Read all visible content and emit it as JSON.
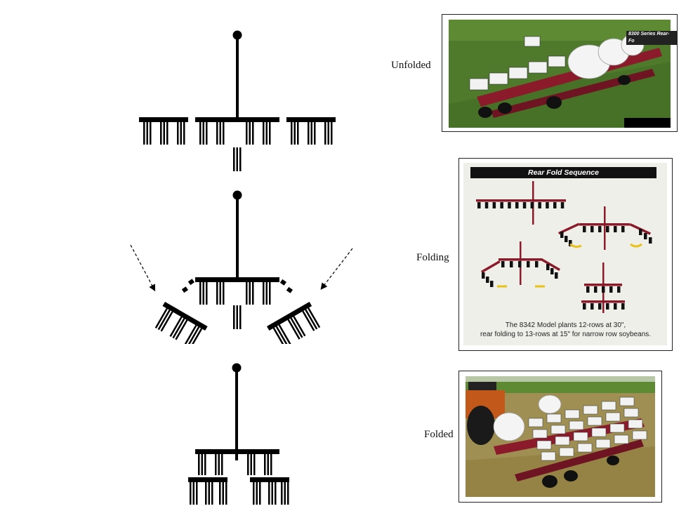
{
  "states": {
    "unfolded": "Unfolded",
    "folding": "Folding",
    "folded": "Folded"
  },
  "sequence_panel": {
    "title": "Rear Fold Sequence",
    "caption_line1": "The 8342 Model plants 12-rows at 30\",",
    "caption_line2": "rear folding to 13-rows at 15\" for narrow row soybeans."
  },
  "photo_unfolded": {
    "tag": "8300 Series Rear-Fo"
  },
  "colors": {
    "diagram_ink": "#000000",
    "planter_red": "#8b1a2b",
    "grass": "#4f7a2c",
    "field": "#9c8a4e",
    "tank_white": "#f2f2f2",
    "arrow_yellow": "#e8c21a"
  }
}
